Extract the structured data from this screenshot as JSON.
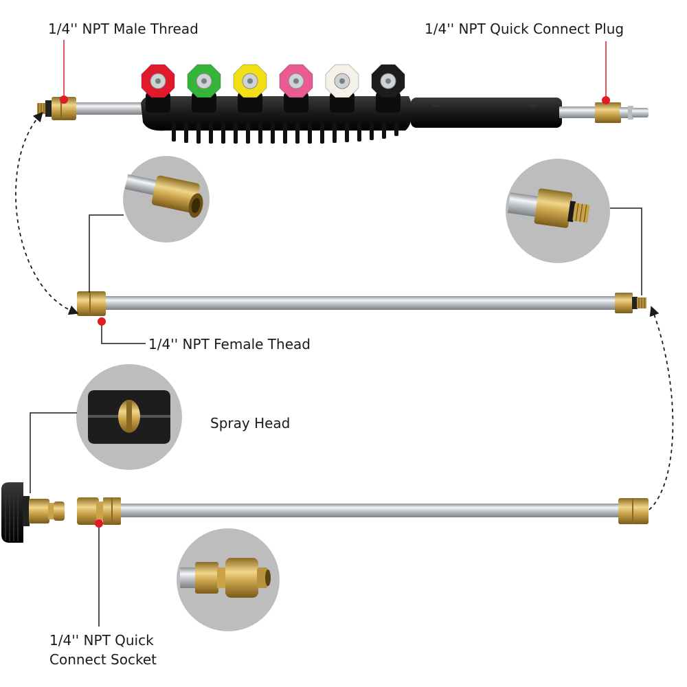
{
  "labels": {
    "male_thread": "1/4'' NPT Male Thread",
    "quick_connect_plug": "1/4'' NPT Quick Connect Plug",
    "female_thread": "1/4'' NPT Female Thead",
    "spray_head": "Spray Head",
    "quick_connect_socket_line1": "1/4'' NPT Quick",
    "quick_connect_socket_line2": "Connect Socket"
  },
  "nozzle_tips": [
    {
      "color": "#e0192b"
    },
    {
      "color": "#35b43a"
    },
    {
      "color": "#f2df16"
    },
    {
      "color": "#ea5a93"
    },
    {
      "color": "#f3f1e8"
    },
    {
      "color": "#1c1c1c"
    }
  ],
  "colors": {
    "brass": "#c9a24a",
    "brass_dark": "#8a6a23",
    "steel": "#cfd3d6",
    "marker": "#e01b24",
    "callout_circle": "#bdbdbd",
    "rubber": "#1e1e1e"
  }
}
